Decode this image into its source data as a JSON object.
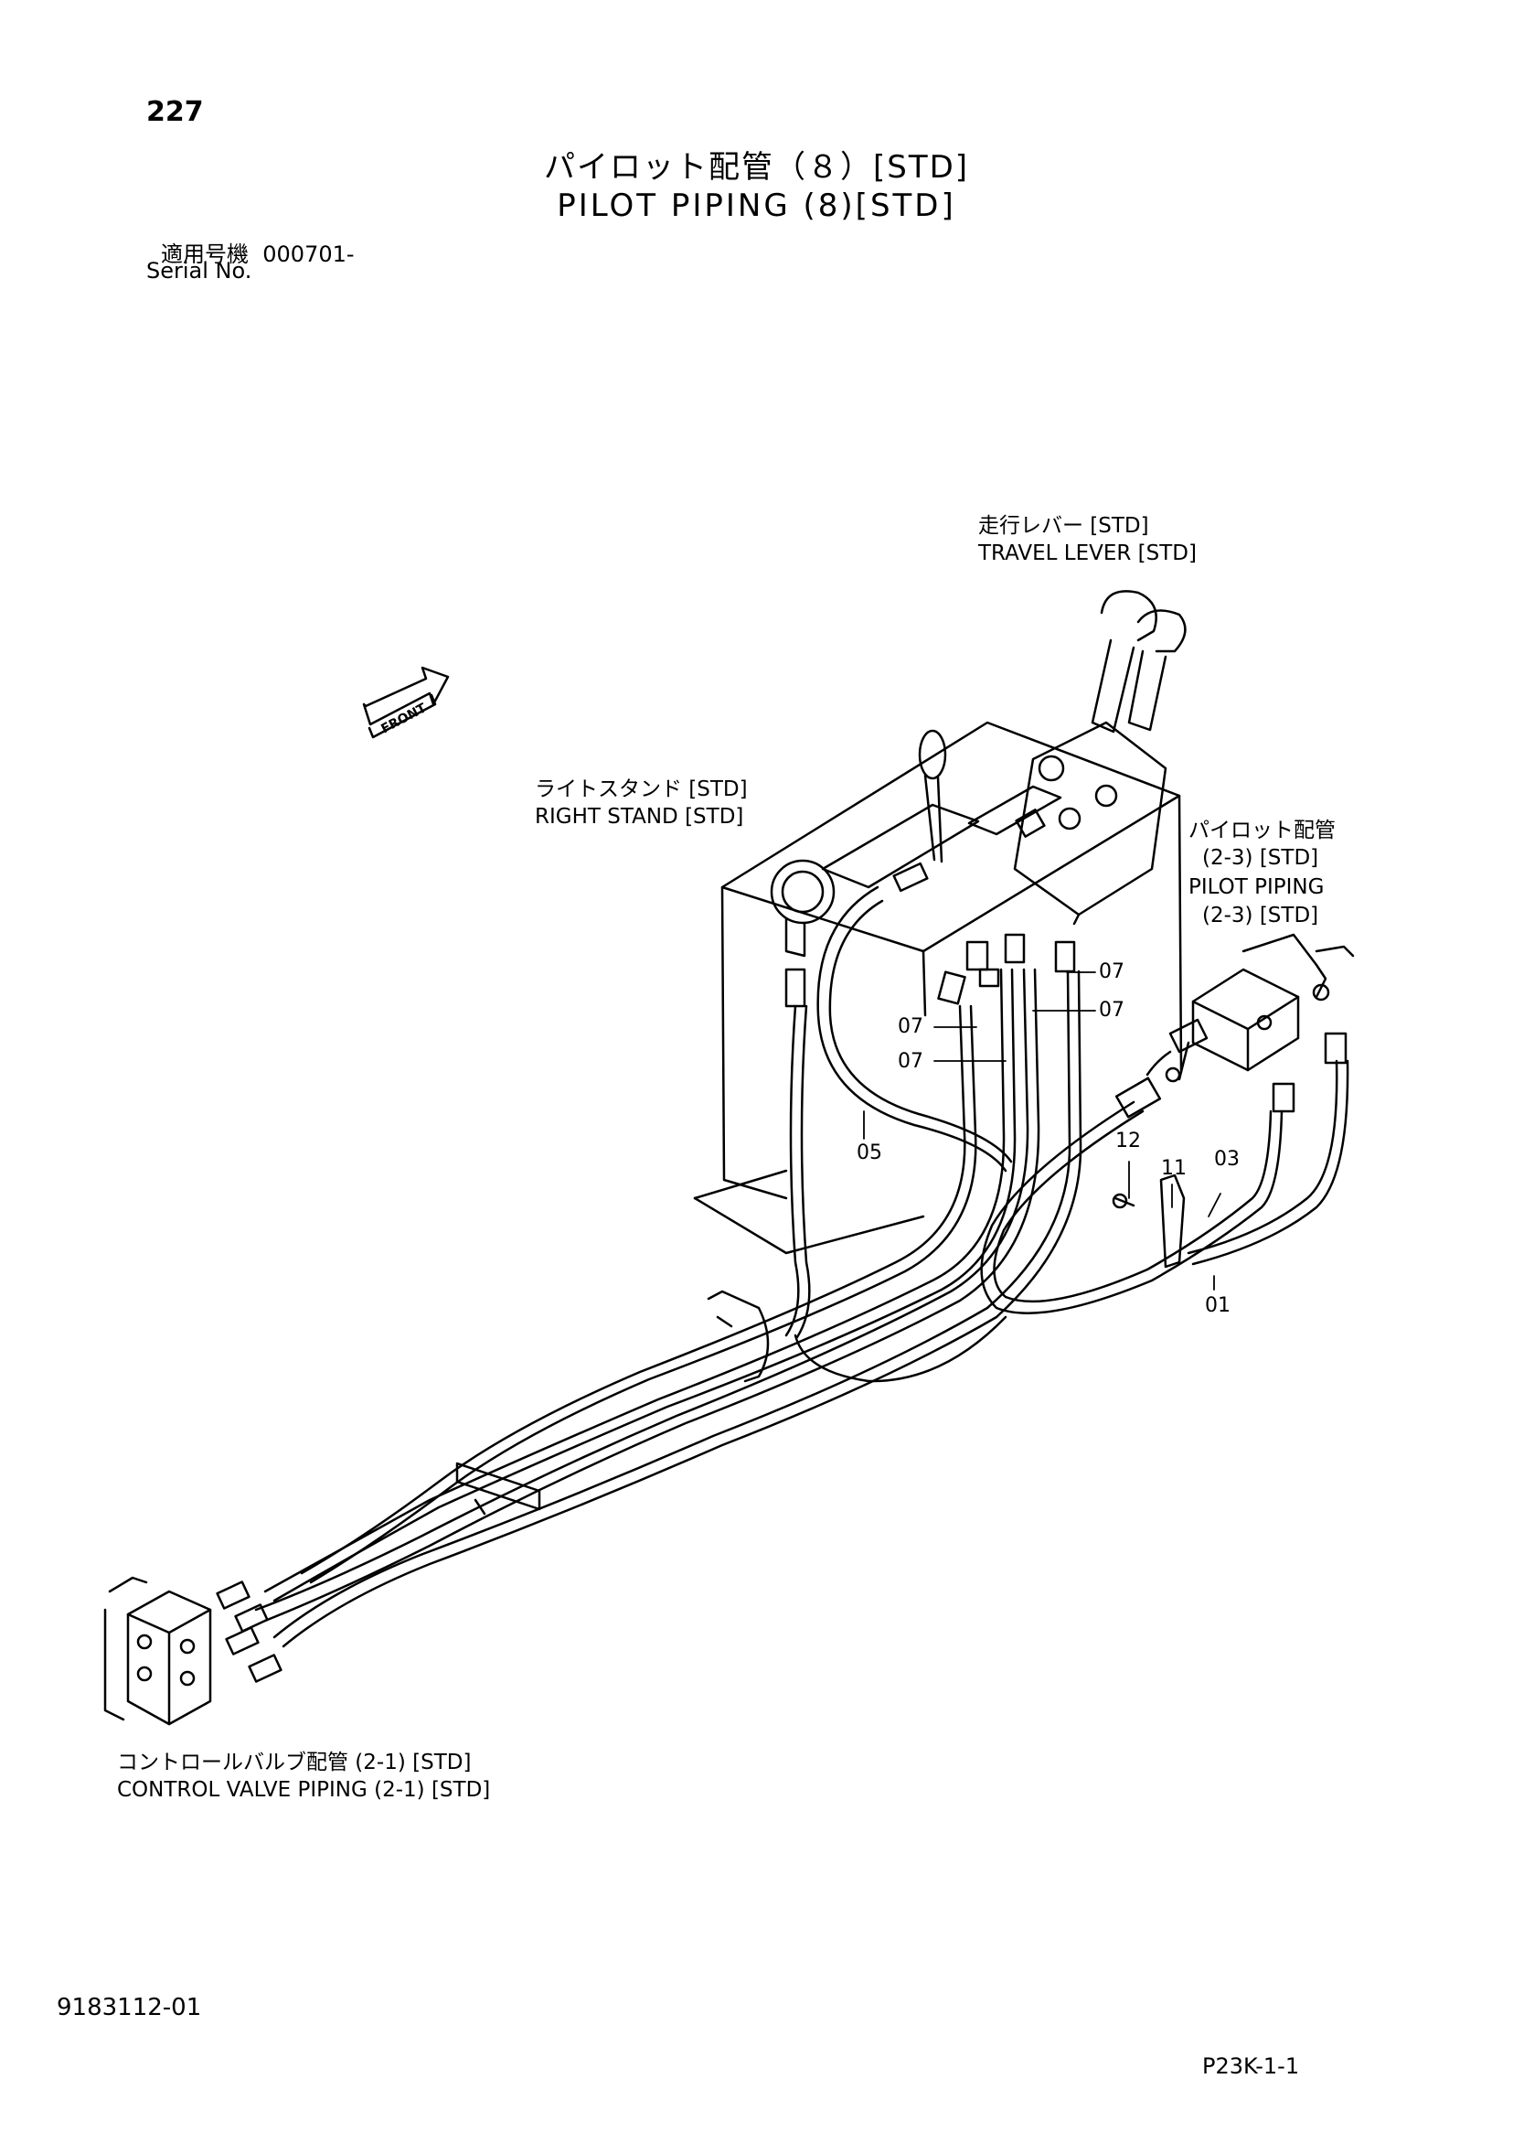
{
  "page_number": "227",
  "title_jp": "パイロット配管（８）[STD]",
  "title_en": "PILOT PIPING (8)[STD]",
  "serial": {
    "label_jp": "適用号機",
    "value": "000701-",
    "label_en": "Serial No."
  },
  "front_marker": "FRONT",
  "labels": {
    "travel_lever_jp": "走行レバー [STD]",
    "travel_lever_en": "TRAVEL LEVER [STD]",
    "right_stand_jp": "ライトスタンド [STD]",
    "right_stand_en": "RIGHT STAND [STD]",
    "pilot_piping_jp": "パイロット配管",
    "pilot_piping_ref1": "(2-3) [STD]",
    "pilot_piping_en": "PILOT PIPING",
    "pilot_piping_ref2": "(2-3) [STD]",
    "control_valve_jp": "コントロールバルブ配管 (2-1) [STD]",
    "control_valve_en": "CONTROL VALVE PIPING (2-1) [STD]"
  },
  "callouts": [
    "07",
    "07",
    "07",
    "07",
    "05",
    "12",
    "11",
    "03",
    "01"
  ],
  "doc_number": "9183112-01",
  "page_code": "P23K-1-1"
}
